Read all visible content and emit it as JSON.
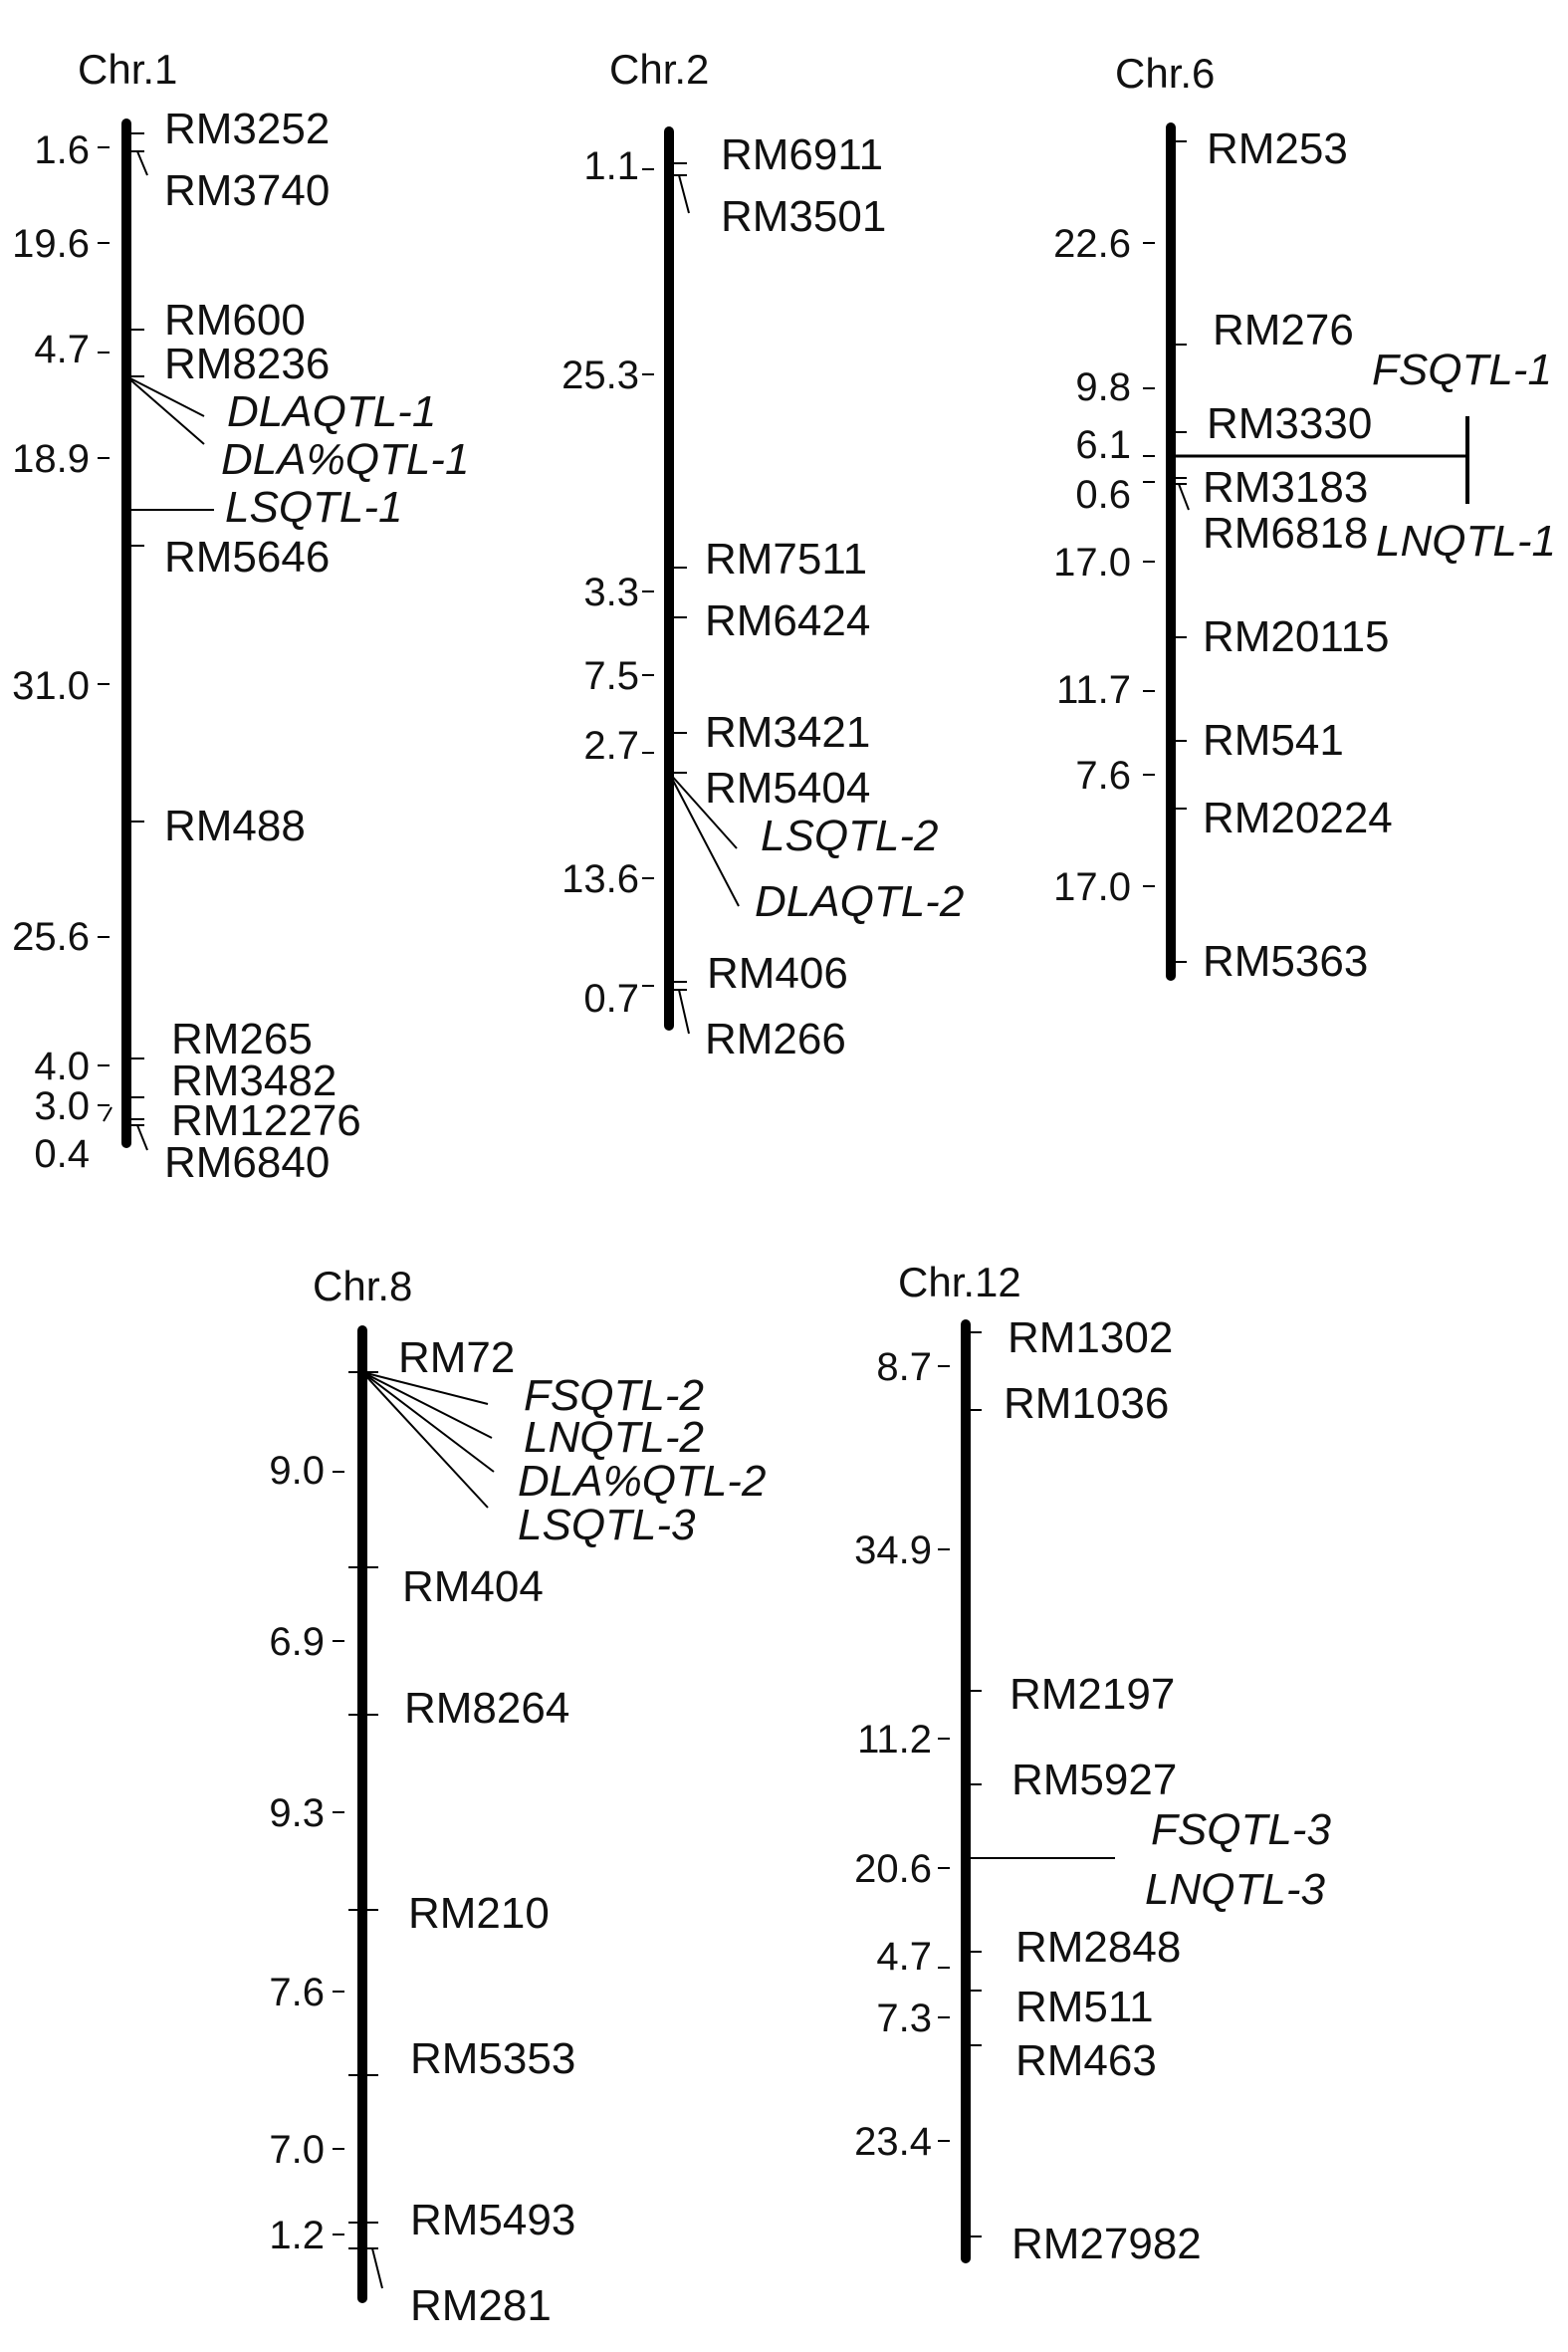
{
  "chromosomes": [
    {
      "title": "Chr.1",
      "distances": [
        "1.6",
        "19.6",
        "4.7",
        "18.9",
        "31.0",
        "25.6",
        "4.0",
        "3.0",
        "0.4"
      ],
      "markers": [
        "RM3252",
        "RM3740",
        "RM600",
        "RM8236",
        "RM5646",
        "RM488",
        "RM265",
        "RM3482",
        "RM12276",
        "RM6840"
      ],
      "qtls": [
        "DLAQTL-1",
        "DLA%QTL-1",
        "LSQTL-1"
      ]
    },
    {
      "title": "Chr.2",
      "distances": [
        "1.1",
        "25.3",
        "3.3",
        "7.5",
        "2.7",
        "13.6",
        "0.7"
      ],
      "markers": [
        "RM6911",
        "RM3501",
        "RM7511",
        "RM6424",
        "RM3421",
        "RM5404",
        "RM406",
        "RM266"
      ],
      "qtls": [
        "LSQTL-2",
        "DLAQTL-2"
      ]
    },
    {
      "title": "Chr.6",
      "distances": [
        "22.6",
        "9.8",
        "6.1",
        "0.6",
        "17.0",
        "11.7",
        "7.6",
        "17.0"
      ],
      "markers": [
        "RM253",
        "RM276",
        "RM3330",
        "RM3183",
        "RM6818",
        "RM20115",
        "RM541",
        "RM20224",
        "RM5363"
      ],
      "qtls": [
        "FSQTL-1",
        "LNQTL-1"
      ]
    },
    {
      "title": "Chr.8",
      "distances": [
        "9.0",
        "6.9",
        "9.3",
        "7.6",
        "7.0",
        "1.2"
      ],
      "markers": [
        "RM72",
        "RM404",
        "RM8264",
        "RM210",
        "RM5353",
        "RM5493",
        "RM281"
      ],
      "qtls": [
        "FSQTL-2",
        "LNQTL-2",
        "DLA%QTL-2",
        "LSQTL-3"
      ]
    },
    {
      "title": "Chr.12",
      "distances": [
        "8.7",
        "34.9",
        "11.2",
        "20.6",
        "4.7",
        "7.3",
        "23.4"
      ],
      "markers": [
        "RM1302",
        "RM1036",
        "RM2197",
        "RM5927",
        "RM2848",
        "RM511",
        "RM463",
        "RM27982"
      ],
      "qtls": [
        "FSQTL-3",
        "LNQTL-3"
      ]
    }
  ]
}
